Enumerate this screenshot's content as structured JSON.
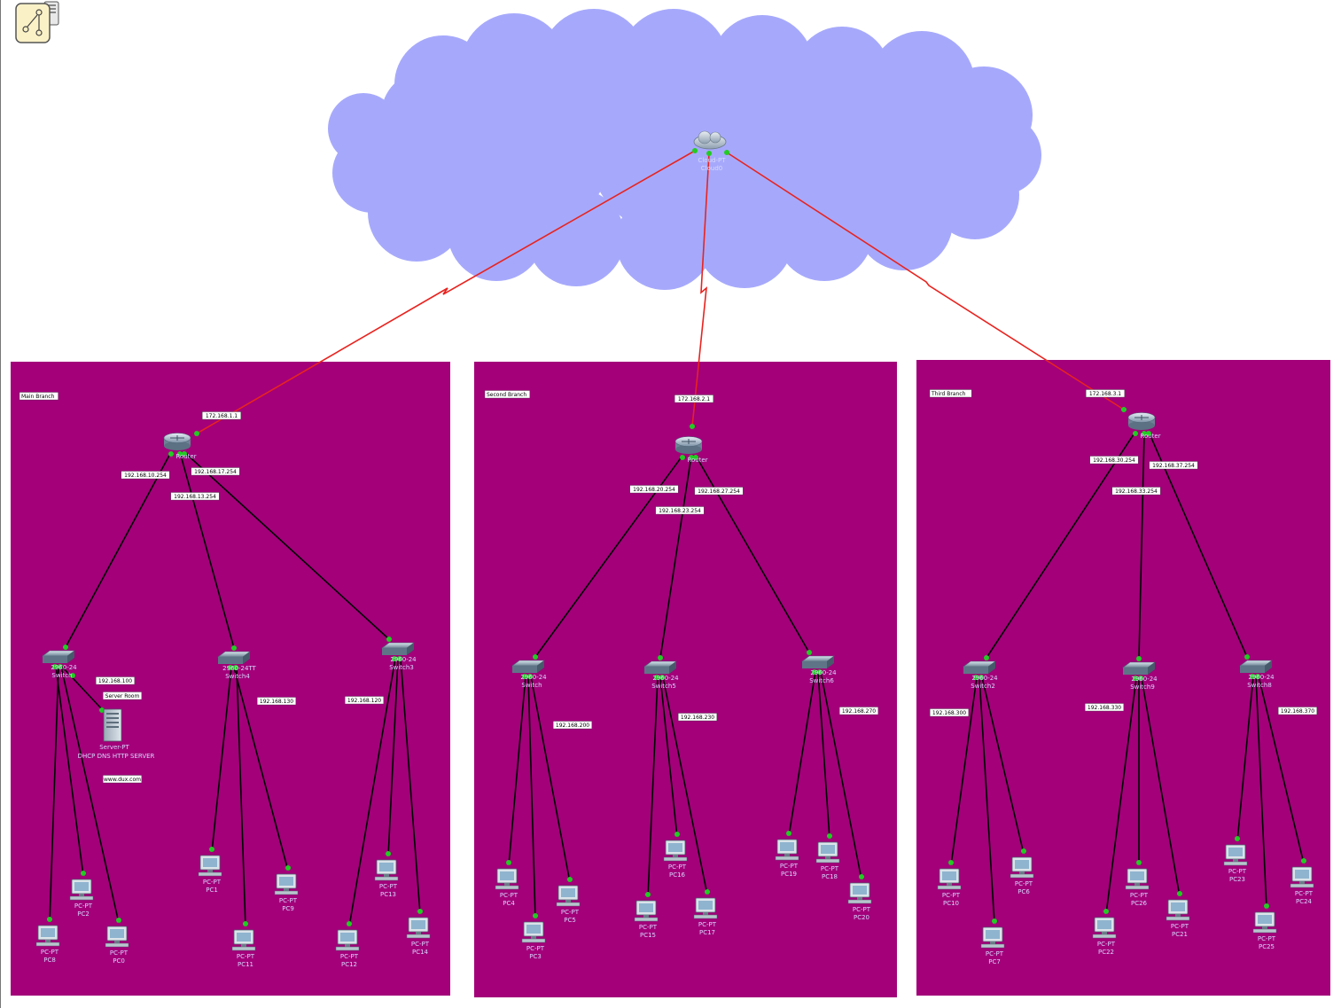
{
  "cloud": {
    "type": "Cloud-PT",
    "name": "Cloud0"
  },
  "colors": {
    "background": "#ffffff",
    "branch_area": "#a3007a",
    "cloud_fill": "#a6a9fb",
    "wan_link": "#e8231f",
    "lan_link": "#000000",
    "port_led": "#22cc22"
  },
  "toolbar": {
    "icon": "diagram-tool-icon"
  },
  "branches": [
    {
      "label": "Main Branch",
      "wan_ip": "172.168.1.1",
      "router_label": "Router",
      "router_ips": [
        "192.168.10.254",
        "192.168.13.254",
        "192.168.17.254"
      ],
      "switches": [
        {
          "model": "2960-24",
          "name": "Switch",
          "subnet": "192.168.100"
        },
        {
          "model": "2960-24TT",
          "name": "Switch4",
          "subnet": "192.168.130"
        },
        {
          "model": "2960-24",
          "name": "Switch3",
          "subnet": "192.168.120"
        }
      ],
      "server": {
        "type": "Server-PT",
        "name": "DHCP DNS HTTP SERVER",
        "room": "Server Room",
        "url": "www.dux.com"
      },
      "pcs": [
        "PC2",
        "PC8",
        "PC0",
        "PC1",
        "PC9",
        "PC11",
        "PC12",
        "PC13",
        "PC14"
      ]
    },
    {
      "label": "Second Branch",
      "wan_ip": "172.168.2.1",
      "router_label": "Router",
      "router_ips": [
        "192.168.20.254",
        "192.168.23.254",
        "192.168.27.254"
      ],
      "switches": [
        {
          "model": "2960-24",
          "name": "Switch",
          "subnet": "192.168.200"
        },
        {
          "model": "2960-24",
          "name": "Switch5",
          "subnet": "192.168.230"
        },
        {
          "model": "2960-24",
          "name": "Switch6",
          "subnet": "192.168.270"
        }
      ],
      "pcs": [
        "PC4",
        "PC3",
        "PC5",
        "PC15",
        "PC16",
        "PC17",
        "PC19",
        "PC18",
        "PC20"
      ]
    },
    {
      "label": "Third Branch",
      "wan_ip": "172.168.3.1",
      "router_label": "Router",
      "router_ips": [
        "192.168.30.254",
        "192.168.33.254",
        "192.168.37.254"
      ],
      "switches": [
        {
          "model": "2960-24",
          "name": "Switch2",
          "subnet": "192.168.300"
        },
        {
          "model": "2960-24",
          "name": "Switch9",
          "subnet": "192.168.330"
        },
        {
          "model": "2960-24",
          "name": "Switch8",
          "subnet": "192.168.370"
        }
      ],
      "pcs": [
        "PC10",
        "PC7",
        "PC6",
        "PC22",
        "PC26",
        "PC21",
        "PC23",
        "PC25",
        "PC24"
      ]
    }
  ],
  "pc_type": "PC-PT"
}
